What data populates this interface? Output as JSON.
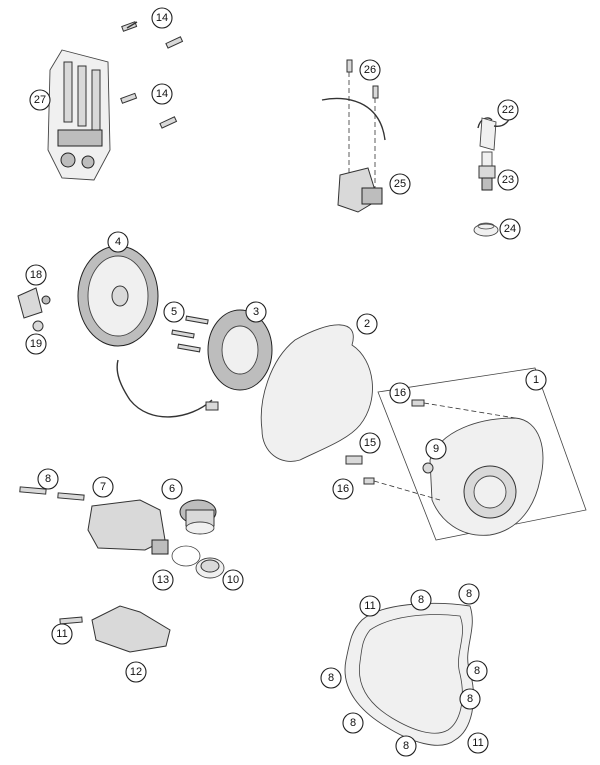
{
  "callouts": [
    {
      "id": "c14a",
      "label": "14"
    },
    {
      "id": "c14b",
      "label": "14"
    },
    {
      "id": "c27",
      "label": "27"
    },
    {
      "id": "c26",
      "label": "26"
    },
    {
      "id": "c25",
      "label": "25"
    },
    {
      "id": "c22",
      "label": "22"
    },
    {
      "id": "c23",
      "label": "23"
    },
    {
      "id": "c24",
      "label": "24"
    },
    {
      "id": "c4",
      "label": "4"
    },
    {
      "id": "c18",
      "label": "18"
    },
    {
      "id": "c19",
      "label": "19"
    },
    {
      "id": "c5",
      "label": "5"
    },
    {
      "id": "c3",
      "label": "3"
    },
    {
      "id": "c2",
      "label": "2"
    },
    {
      "id": "c1",
      "label": "1"
    },
    {
      "id": "c16a",
      "label": "16"
    },
    {
      "id": "c9",
      "label": "9"
    },
    {
      "id": "c15",
      "label": "15"
    },
    {
      "id": "c16b",
      "label": "16"
    },
    {
      "id": "c8a",
      "label": "8"
    },
    {
      "id": "c7",
      "label": "7"
    },
    {
      "id": "c6",
      "label": "6"
    },
    {
      "id": "c13",
      "label": "13"
    },
    {
      "id": "c10",
      "label": "10"
    },
    {
      "id": "c11a",
      "label": "11"
    },
    {
      "id": "c12",
      "label": "12"
    },
    {
      "id": "c11b",
      "label": "11"
    },
    {
      "id": "c8b",
      "label": "8"
    },
    {
      "id": "c8c",
      "label": "8"
    },
    {
      "id": "c8d",
      "label": "8"
    },
    {
      "id": "c8e",
      "label": "8"
    },
    {
      "id": "c8f",
      "label": "8"
    },
    {
      "id": "c8g",
      "label": "8"
    },
    {
      "id": "c8h",
      "label": "8"
    },
    {
      "id": "c11c",
      "label": "11"
    }
  ]
}
